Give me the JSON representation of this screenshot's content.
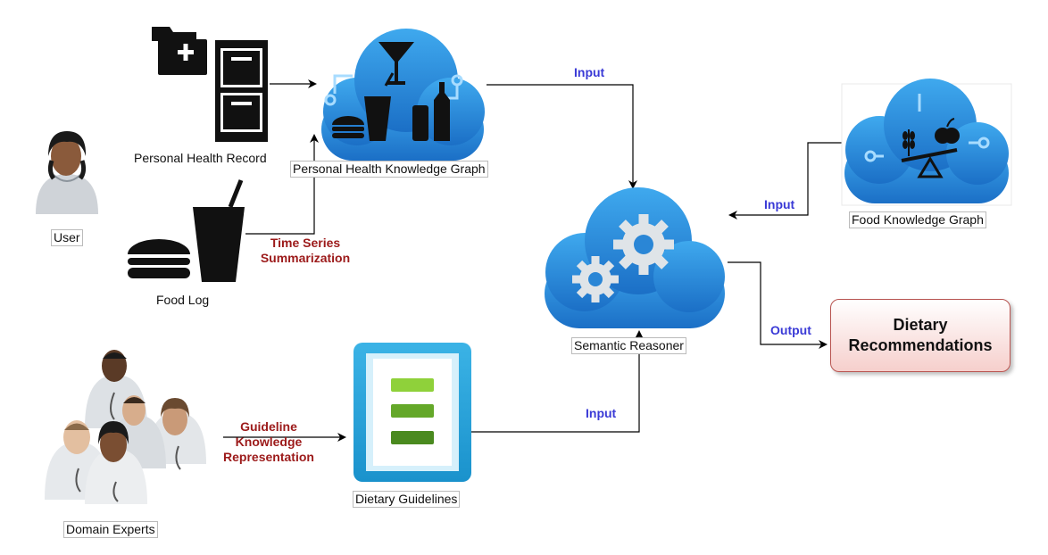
{
  "nodes": {
    "user": "User",
    "personal_health_record": "Personal Health Record",
    "food_log": "Food Log",
    "personal_health_kg": "Personal Health Knowledge Graph",
    "domain_experts": "Domain Experts",
    "dietary_guidelines": "Dietary Guidelines",
    "semantic_reasoner": "Semantic Reasoner",
    "food_kg": "Food Knowledge Graph",
    "dietary_recommendations": "Dietary Recommendations"
  },
  "edges": {
    "input_top": "Input",
    "input_food_kg": "Input",
    "input_guidelines": "Input",
    "output": "Output",
    "time_series": "Time Series Summarization",
    "guideline_kr": "Guideline Knowledge Representation"
  },
  "icons": [
    "cloud-icon",
    "cocktail-glass-icon",
    "drink-icon",
    "burger-icon",
    "bottle-icon",
    "gear-icon",
    "apple-icon",
    "wheat-icon",
    "balance-scale-icon",
    "folder-plus-icon",
    "filing-cabinet-icon",
    "user-icon",
    "doctors-icon",
    "checklist-icon"
  ],
  "colors": {
    "cloud_light": "#3aa4ea",
    "cloud_dark": "#1a6fc5",
    "edge_blue": "#3a3ad6",
    "edge_red": "#9c1a1a",
    "output_border": "#b85450",
    "output_fill": "#f6cfcc"
  }
}
